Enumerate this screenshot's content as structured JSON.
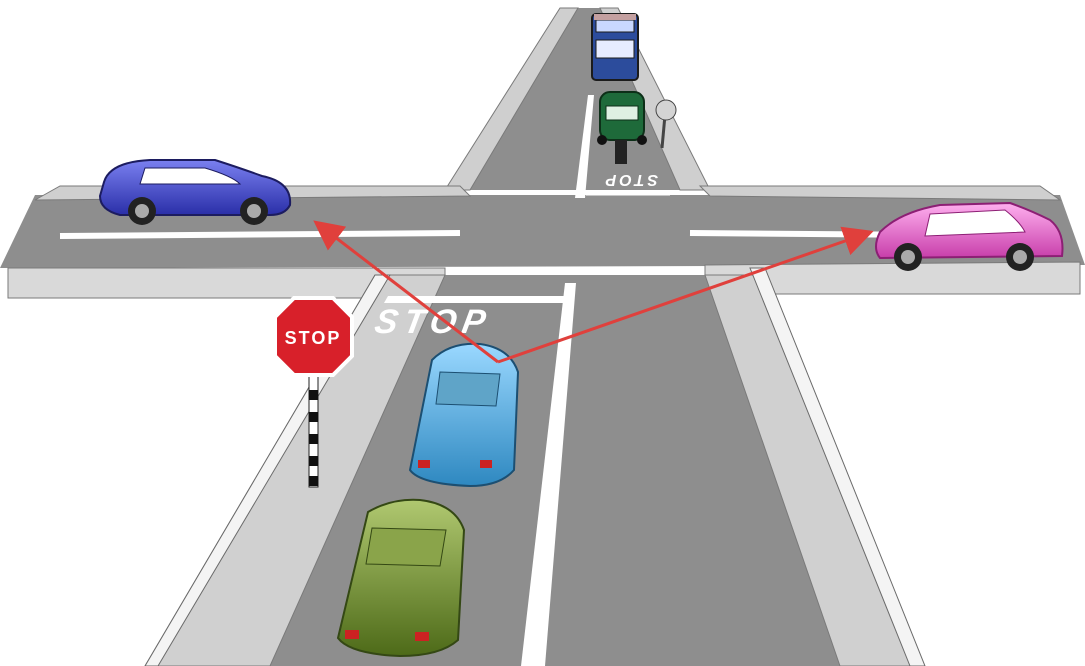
{
  "scene": {
    "description_free": true,
    "road_markings": {
      "near_stop_text": "STOP",
      "far_stop_text": "STOP"
    },
    "sign": {
      "text": "STOP",
      "color": "#d8202a"
    },
    "colors": {
      "road": "#8e8e8e",
      "sidewalk": "#cfcfcf",
      "arrow": "#e0403c",
      "car_blue_left": "#3a3fcc",
      "car_pink_right": "#e060c8",
      "car_lightblue_main": "#4aa8d8",
      "car_green": "#6e8c2a",
      "bus": "#2c4c9c",
      "rickshaw": "#1e6a3a"
    }
  }
}
